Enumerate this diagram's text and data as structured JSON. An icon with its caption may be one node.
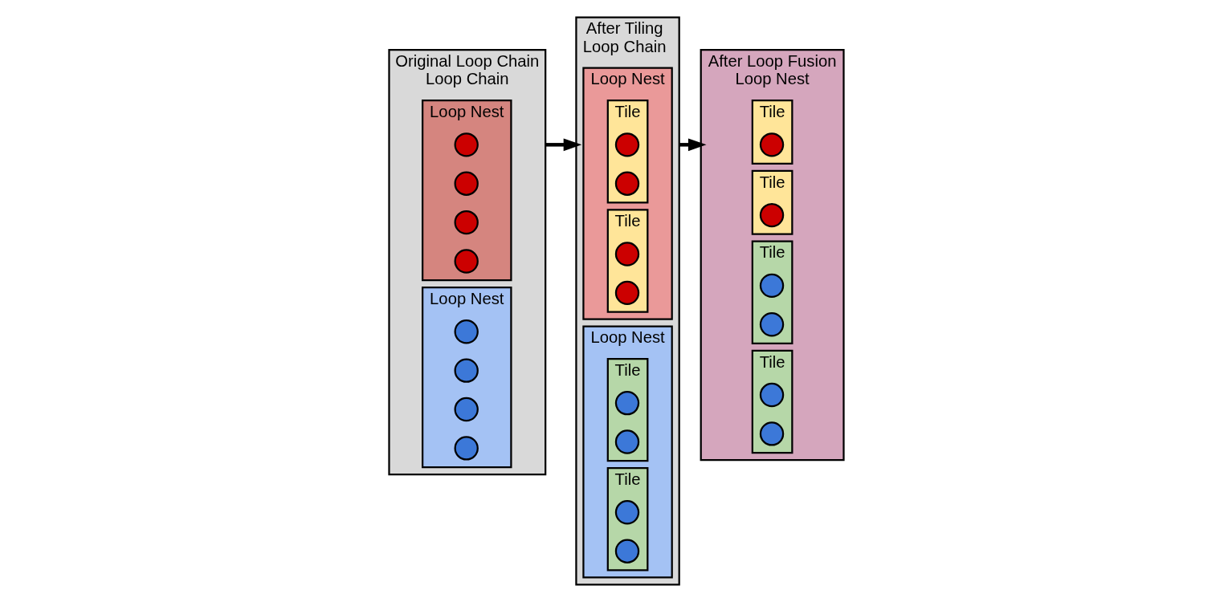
{
  "diagram": {
    "nodes": [
      {
        "text": [
          "Original Loop Chain",
          "Loop Chain"
        ]
      },
      {
        "text": [
          "Loop Nest"
        ],
        "in": 0
      },
      {
        "text": [],
        "shape": "circle",
        "in": 1
      },
      {
        "text": [],
        "shape": "circle",
        "in": 1
      },
      {
        "text": [],
        "shape": "circle",
        "in": 1
      },
      {
        "text": [],
        "shape": "circle",
        "in": 1
      },
      {
        "text": [
          "Loop Nest"
        ],
        "in": 0
      },
      {
        "text": [],
        "shape": "circle",
        "in": 6
      },
      {
        "text": [],
        "shape": "circle",
        "in": 6
      },
      {
        "text": [],
        "shape": "circle",
        "in": 6
      },
      {
        "text": [],
        "shape": "circle",
        "in": 6
      },
      {
        "text": [
          "After Tiling",
          "Loop Chain"
        ]
      },
      {
        "text": [
          "Loop Nest"
        ],
        "in": 11
      },
      {
        "text": [
          "Tile"
        ],
        "in": 12
      },
      {
        "text": [],
        "shape": "circle",
        "in": 13
      },
      {
        "text": [],
        "shape": "circle",
        "in": 13
      },
      {
        "text": [
          "Tile"
        ],
        "in": 12
      },
      {
        "text": [],
        "shape": "circle",
        "in": 16
      },
      {
        "text": [],
        "shape": "circle",
        "in": 16
      },
      {
        "text": [
          "Loop Nest"
        ],
        "in": 11
      },
      {
        "text": [
          "Tile"
        ],
        "in": 19
      },
      {
        "text": [],
        "shape": "circle",
        "in": 20
      },
      {
        "text": [],
        "shape": "circle",
        "in": 20
      },
      {
        "text": [
          "Tile"
        ],
        "in": 19
      },
      {
        "text": [],
        "shape": "circle",
        "in": 23
      },
      {
        "text": [],
        "shape": "circle",
        "in": 23
      },
      {
        "text": [
          "After Loop Fusion",
          "Loop Nest"
        ]
      },
      {
        "text": [
          "Tile"
        ],
        "in": 26
      },
      {
        "text": [],
        "shape": "circle",
        "in": 27
      },
      {
        "text": [
          "Tile"
        ],
        "in": 26
      },
      {
        "text": [],
        "shape": "circle",
        "in": 29
      },
      {
        "text": [
          "Tile"
        ],
        "in": 26
      },
      {
        "text": [],
        "shape": "circle",
        "in": 31
      },
      {
        "text": [],
        "shape": "circle",
        "in": 31
      },
      {
        "text": [
          "Tile"
        ],
        "in": 26
      },
      {
        "text": [],
        "shape": "circle",
        "in": 34
      },
      {
        "text": [],
        "shape": "circle",
        "in": 34
      }
    ],
    "edges": [
      {
        "from": 0,
        "to": 11,
        "arrow": "to"
      },
      {
        "from": 11,
        "to": 26,
        "arrow": "to"
      }
    ]
  }
}
